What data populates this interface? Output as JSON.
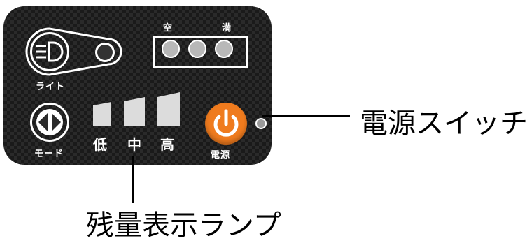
{
  "panel": {
    "battery_labels": {
      "empty": "空",
      "full": "満"
    },
    "light_label": "ライト",
    "mode_label": "モード",
    "level_labels": [
      "低",
      "中",
      "高"
    ],
    "power_label": "電源"
  },
  "callouts": {
    "power_switch": "電源スイッチ",
    "remaining_lamp": "残量表示ランプ"
  },
  "colors": {
    "power_button": "#ef7b1e",
    "panel": "#2a2a2a"
  },
  "icons": {
    "light": "headlight-icon",
    "mode": "mode-arrows-icon",
    "power": "power-icon"
  }
}
